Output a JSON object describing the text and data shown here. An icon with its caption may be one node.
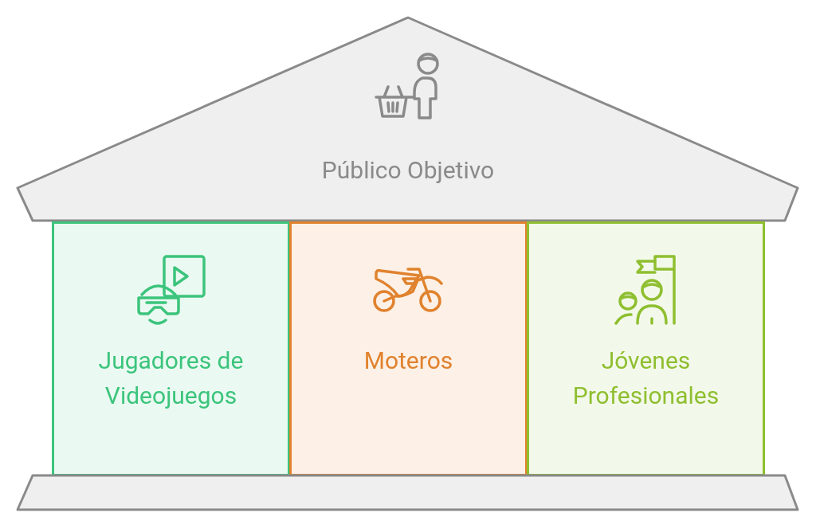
{
  "diagram": {
    "nodes": [
      {
        "text": [
          "Público Objetivo"
        ]
      },
      {
        "text": [
          "Jugadores de Videojuegos"
        ]
      },
      {
        "text": [
          "Moteros"
        ]
      },
      {
        "text": [
          "Jóvenes Profesionales"
        ]
      },
      {
        "text": [],
        "shape": "bar"
      }
    ]
  }
}
